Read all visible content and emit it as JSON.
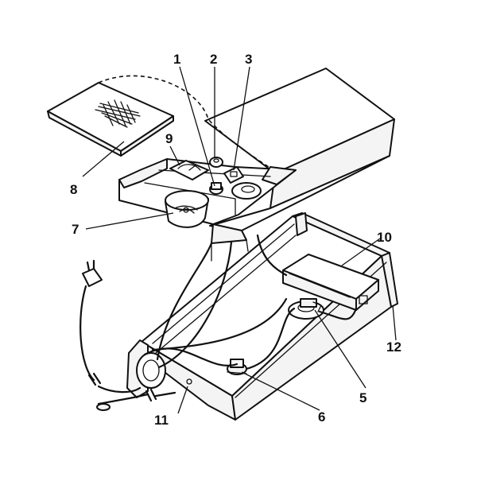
{
  "callouts": {
    "c1": "1",
    "c2": "2",
    "c3": "3",
    "c5": "5",
    "c6": "6",
    "c7": "7",
    "c8": "8",
    "c9": "9",
    "c10": "10",
    "c11": "11",
    "c12": "12"
  }
}
